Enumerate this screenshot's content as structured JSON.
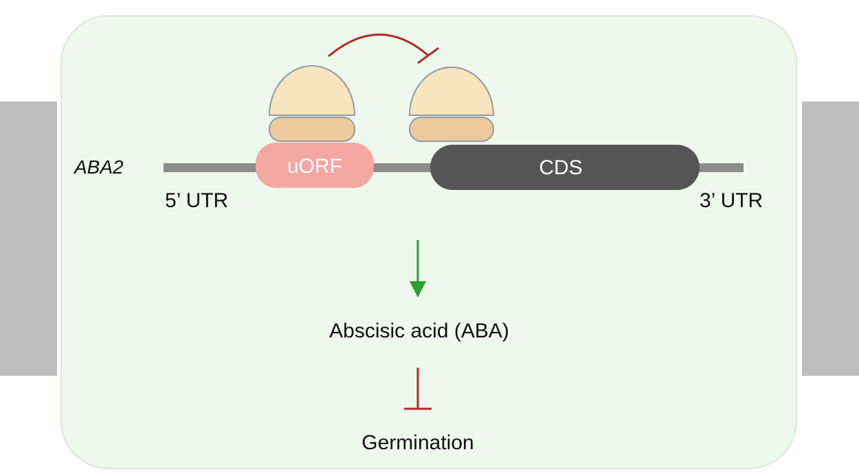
{
  "diagram": {
    "gene_label": "ABA2",
    "utr5_label": "5’ UTR",
    "utr3_label": "3’ UTR",
    "uorf_label": "uORF",
    "cds_label": "CDS",
    "product_label": "Abscisic acid (ABA)",
    "outcome_label": "Germination"
  },
  "colors": {
    "panel_bg": "#eef8ec",
    "side_bars": "#bdbdbd",
    "mrna_line": "#8c8c8c",
    "uorf": "#f4a7a0",
    "cds": "#555555",
    "ribosome_large": "#f8e4bd",
    "ribosome_small": "#edc99c",
    "inhibit": "#b22a2a",
    "activate": "#2e9e2e"
  }
}
